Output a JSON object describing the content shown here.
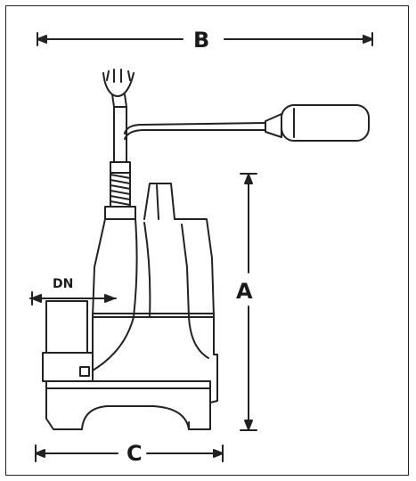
{
  "dimensions": {
    "a": "A",
    "b": "B",
    "c": "C",
    "dn": "DN"
  }
}
